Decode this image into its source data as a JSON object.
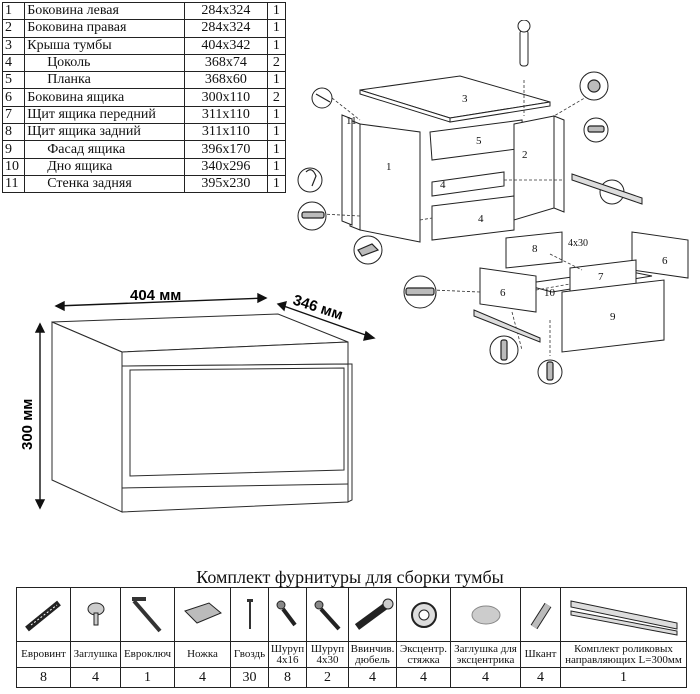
{
  "parts": [
    {
      "num": "1",
      "name": "Боковина левая",
      "dim": "284х324",
      "qty": "1",
      "indent": false
    },
    {
      "num": "2",
      "name": "Боковина правая",
      "dim": "284х324",
      "qty": "1",
      "indent": false
    },
    {
      "num": "3",
      "name": "Крыша тумбы",
      "dim": "404х342",
      "qty": "1",
      "indent": false
    },
    {
      "num": "4",
      "name": "Цоколь",
      "dim": "368х74",
      "qty": "2",
      "indent": true
    },
    {
      "num": "5",
      "name": "Планка",
      "dim": "368х60",
      "qty": "1",
      "indent": true
    },
    {
      "num": "6",
      "name": "Боковина ящика",
      "dim": "300х110",
      "qty": "2",
      "indent": false
    },
    {
      "num": "7",
      "name": "Щит ящика передний",
      "dim": "311х110",
      "qty": "1",
      "indent": false
    },
    {
      "num": "8",
      "name": "Щит ящика задний",
      "dim": "311х110",
      "qty": "1",
      "indent": false
    },
    {
      "num": "9",
      "name": "Фасад ящика",
      "dim": "396х170",
      "qty": "1",
      "indent": true
    },
    {
      "num": "10",
      "name": "Дно ящика",
      "dim": "340х296",
      "qty": "1",
      "indent": true
    },
    {
      "num": "11",
      "name": "Стенка задняя",
      "dim": "395х230",
      "qty": "1",
      "indent": true
    }
  ],
  "diagram": {
    "labels": {
      "p1": "1",
      "p2": "2",
      "p3": "3",
      "p4a": "4",
      "p4b": "4",
      "p5": "5",
      "p6a": "6",
      "p6b": "6",
      "p7": "7",
      "p8": "8",
      "p9": "9",
      "p10": "10",
      "p11": "11",
      "note": "4x30"
    }
  },
  "render": {
    "width_label": "404 мм",
    "depth_label": "346 мм",
    "height_label": "300 мм",
    "colors": {
      "line": "#2b2b2b",
      "face": "#ffffff"
    }
  },
  "hardware": {
    "title": "Комплект фурнитуры для сборки тумбы",
    "items": [
      {
        "icon": "euro-screw-icon",
        "label": "Евровинт",
        "qty": "8"
      },
      {
        "icon": "cap-icon",
        "label": "Заглушка",
        "qty": "4"
      },
      {
        "icon": "hex-key-icon",
        "label": "Евроключ",
        "qty": "1"
      },
      {
        "icon": "foot-icon",
        "label": "Ножка",
        "qty": "4"
      },
      {
        "icon": "nail-icon",
        "label": "Гвоздь",
        "qty": "30"
      },
      {
        "icon": "screw-4x16-icon",
        "label": "Шуруп 4х16",
        "qty": "8"
      },
      {
        "icon": "screw-4x30-icon",
        "label": "Шуруп 4х30",
        "qty": "2"
      },
      {
        "icon": "dowel-icon",
        "label": "Ввинчив. дюбель",
        "qty": "4"
      },
      {
        "icon": "cam-lock-icon",
        "label": "Эксцентр. стяжка",
        "qty": "4"
      },
      {
        "icon": "cam-cap-icon",
        "label": "Заглушка для эксцентрика",
        "qty": "4"
      },
      {
        "icon": "pin-icon",
        "label": "Шкант",
        "qty": "4"
      },
      {
        "icon": "rail-icon",
        "label": "Комплект роликовых направляющих L=300мм",
        "qty": "1"
      }
    ]
  }
}
